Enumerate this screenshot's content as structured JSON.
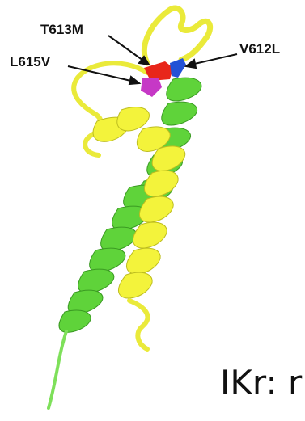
{
  "labels": {
    "t613m": "T613M",
    "v612l": "V612L",
    "l615v": "L615V"
  },
  "caption": "IKr: r",
  "colors": {
    "helix_green": "#5fd33a",
    "helix_yellow": "#f3f33b",
    "mutation_red": "#e8261a",
    "mutation_blue": "#2251d6",
    "mutation_magenta": "#c638c6"
  }
}
